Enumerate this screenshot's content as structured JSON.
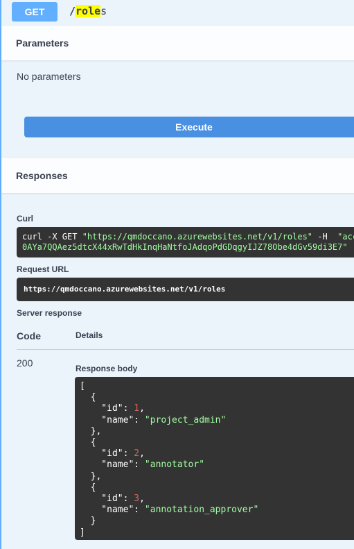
{
  "operation": {
    "method": "GET",
    "path_highlight": "role",
    "path_rest": "s"
  },
  "parameters": {
    "heading": "Parameters",
    "empty_text": "No parameters",
    "execute_label": "Execute"
  },
  "responses": {
    "heading": "Responses",
    "curl_label": "Curl",
    "curl_line1_cmd": "curl -X GET ",
    "curl_line1_url": "\"https://qmdoccano.azurewebsites.net/v1/roles\"",
    "curl_line1_flag": " -H  ",
    "curl_line1_tail": "\"acc",
    "curl_line2": "0AYa7QQAez5dtcX44xRwTdHkInqHaNtfoJAdqoPdGDqgyIJZ78Obe4dGv59di3E7\"",
    "request_url_label": "Request URL",
    "request_url": "https://qmdoccano.azurewebsites.net/v1/roles",
    "server_response_label": "Server response",
    "code_header": "Code",
    "details_header": "Details",
    "status_code": "200",
    "response_body_label": "Response body",
    "body": [
      {
        "id": "1",
        "name": "\"project_admin\""
      },
      {
        "id": "2",
        "name": "\"annotator\""
      },
      {
        "id": "3",
        "name": "\"annotation_approver\""
      }
    ]
  },
  "colors": {
    "get_accent": "#61affe",
    "execute_button": "#4990e2",
    "code_background": "#333333"
  }
}
